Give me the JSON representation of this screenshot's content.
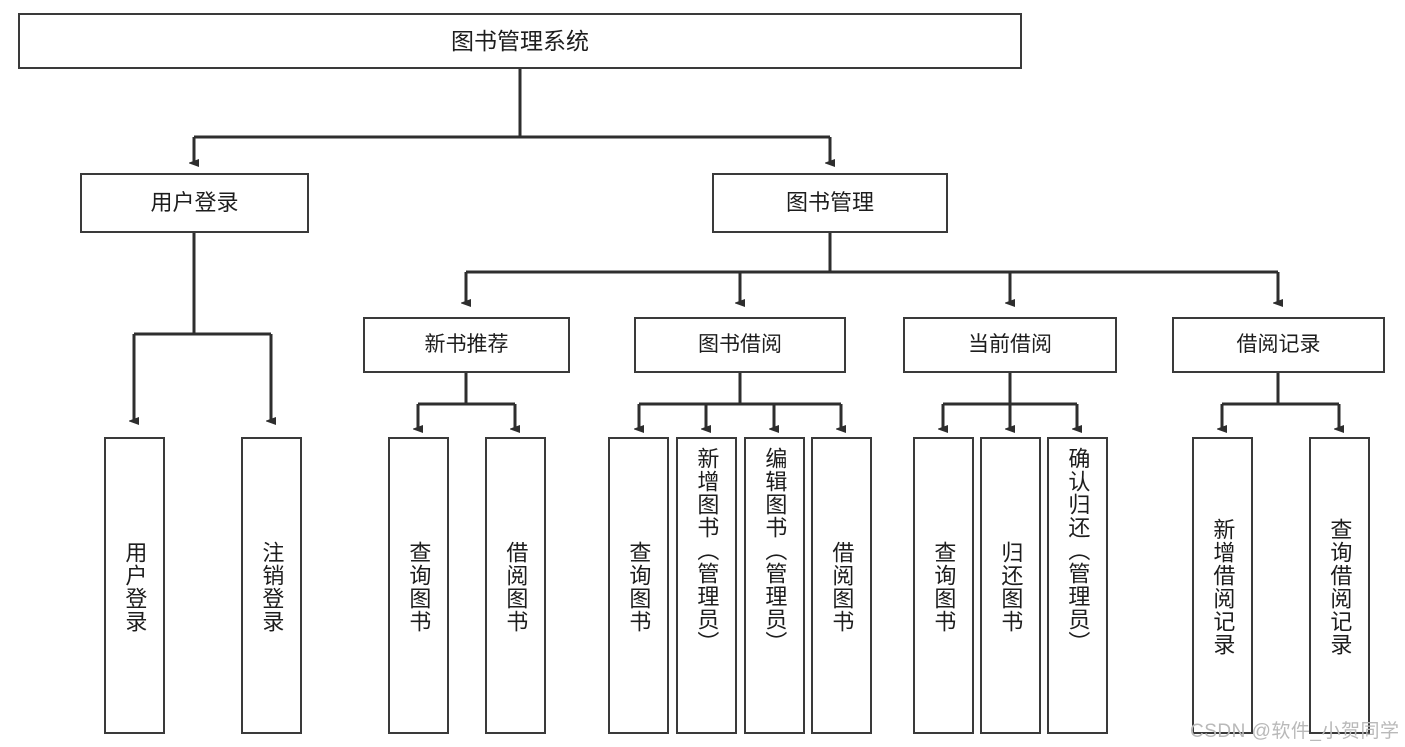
{
  "diagram": {
    "type": "tree",
    "title": "图书管理系统",
    "root": {
      "label": "图书管理系统"
    },
    "level1": [
      {
        "label": "用户登录"
      },
      {
        "label": "图书管理"
      }
    ],
    "level2": [
      {
        "label": "新书推荐"
      },
      {
        "label": "图书借阅"
      },
      {
        "label": "当前借阅"
      },
      {
        "label": "借阅记录"
      }
    ],
    "leaves": {
      "user_login": [
        {
          "label": "用户登录"
        },
        {
          "label": "注销登录"
        }
      ],
      "new_book_recommend": [
        {
          "label": "查询图书"
        },
        {
          "label": "借阅图书"
        }
      ],
      "book_borrow": [
        {
          "label": "查询图书"
        },
        {
          "label": "新增图书（管理员）"
        },
        {
          "label": "编辑图书（管理员）"
        },
        {
          "label": "借阅图书"
        }
      ],
      "current_borrow": [
        {
          "label": "查询图书"
        },
        {
          "label": "归还图书"
        },
        {
          "label": "确认归还（管理员）"
        }
      ],
      "borrow_record": [
        {
          "label": "新增借阅记录"
        },
        {
          "label": "查询借阅记录"
        }
      ]
    }
  },
  "watermark": {
    "text": "CSDN @软件_小贺同学"
  },
  "colors": {
    "border": "#3a3a3a",
    "text": "#1d1d1d",
    "background": "#ffffff",
    "watermark": "#b9b9b9"
  }
}
